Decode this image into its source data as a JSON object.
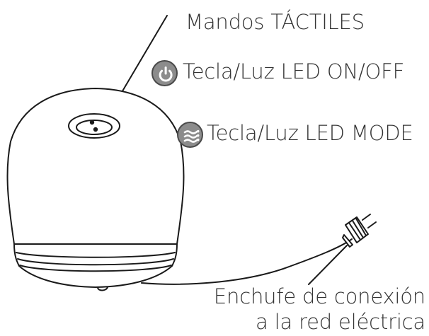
{
  "labels": {
    "touch_controls": "Mandos TÁCTILES",
    "power_key": "Tecla/Luz LED ON/OFF",
    "mode_key": "Tecla/Luz LED MODE",
    "plug_line1": "Enchufe de conexión",
    "plug_line2": "a la red eléctrica"
  },
  "icons": {
    "power": "power-icon",
    "mode": "waves-icon"
  },
  "colors": {
    "line": "#1a1a1a",
    "icon_fill": "#8c8c8c",
    "icon_border": "#4a4a4a",
    "text": "#333333"
  }
}
